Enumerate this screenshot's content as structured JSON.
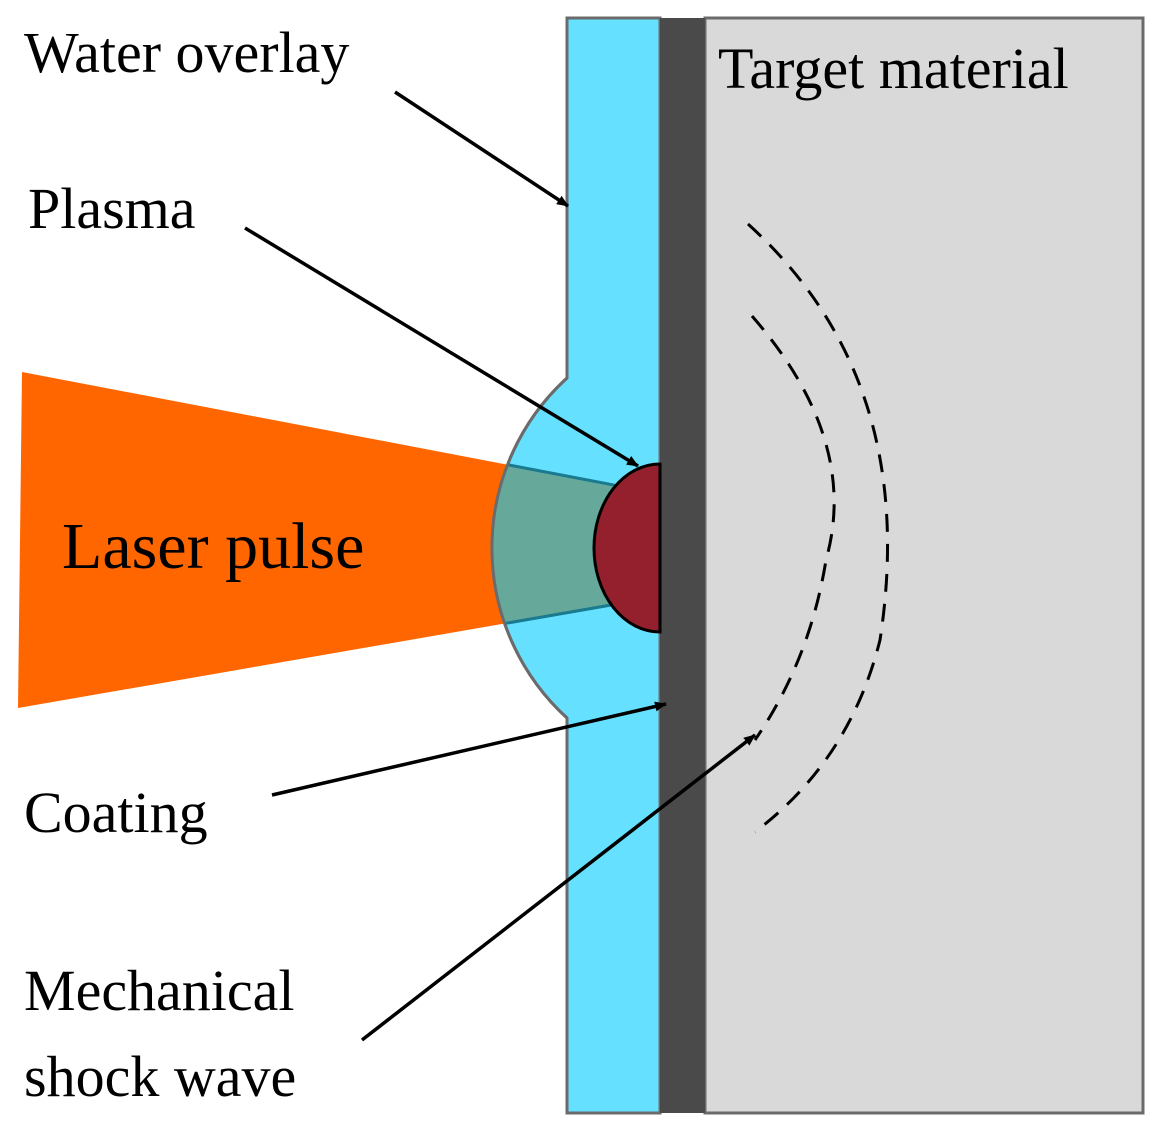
{
  "labels": {
    "water_overlay": "Water overlay",
    "target_material": "Target material",
    "plasma": "Plasma",
    "laser_pulse": "Laser pulse",
    "coating": "Coating",
    "mechanical": "Mechanical",
    "shock_wave": "shock wave"
  },
  "colors": {
    "water": "#66e0ff",
    "water_outline": "#6b6b6b",
    "coating": "#4a4a4a",
    "target": "#d9d9d9",
    "laser": "#ff6600",
    "laser_in_water": "#66a89a",
    "plasma": "#94202e",
    "arrow": "#000000"
  }
}
